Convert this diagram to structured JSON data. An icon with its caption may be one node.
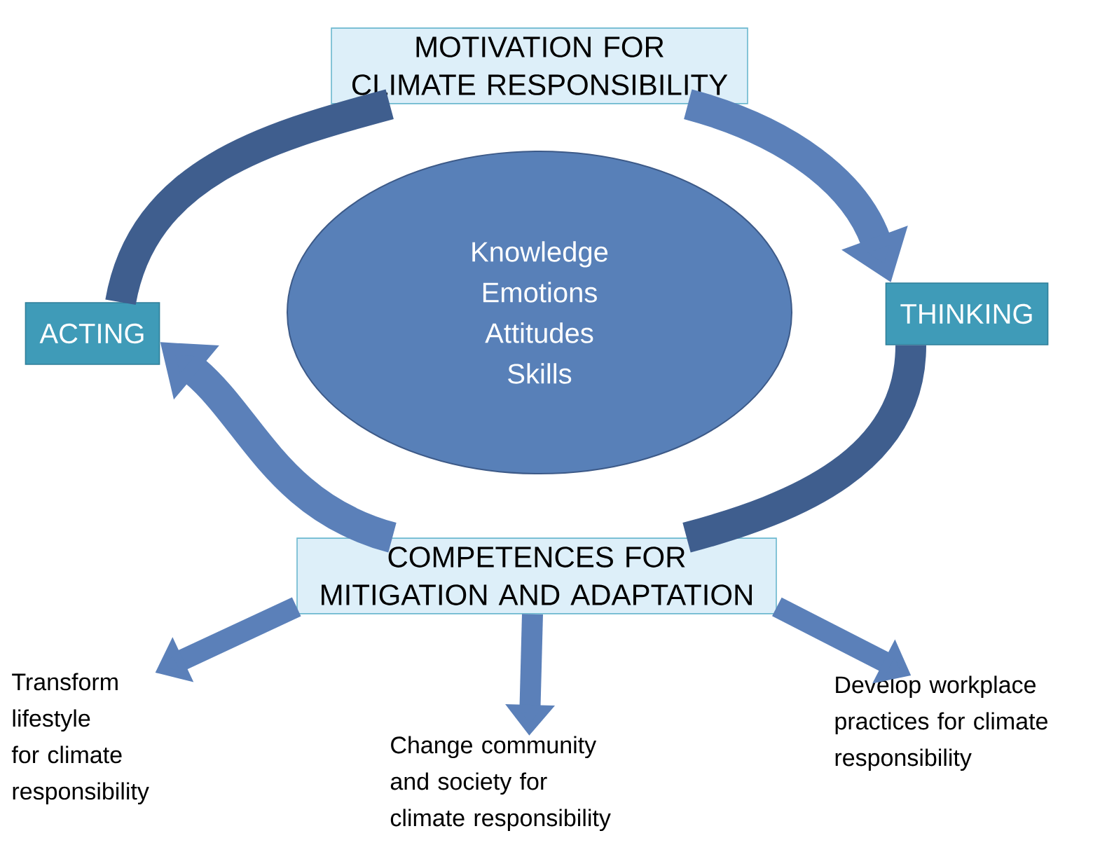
{
  "diagram": {
    "nodes": [
      {
        "text": [
          "MOTIVATION FOR CLIMATE RESPONSIBILITY"
        ]
      },
      {
        "text": [
          "Knowledge",
          "Emotions",
          "Attitudes",
          "Skills"
        ]
      },
      {
        "text": [
          "THINKING"
        ]
      },
      {
        "text": [
          "ACTING"
        ]
      },
      {
        "text": [
          "COMPETENCES FOR MITIGATION AND ADAPTATION"
        ]
      },
      {
        "text": [
          "Transform lifestyle for climate responsibility"
        ]
      },
      {
        "text": [
          "Change community and society for climate responsibility"
        ]
      },
      {
        "text": [
          "Develop workplace practices for climate responsibility"
        ]
      }
    ],
    "edges": [
      {
        "from": 0,
        "to": 2,
        "arrow": "to"
      },
      {
        "from": 2,
        "to": 4,
        "arrow": "none",
        "color": "#3f5e8e"
      },
      {
        "from": 4,
        "to": 3,
        "arrow": "to"
      },
      {
        "from": 3,
        "to": 0,
        "arrow": "none",
        "color": "#3f5e8e"
      },
      {
        "from": 4,
        "to": 5,
        "arrow": "to"
      },
      {
        "from": 4,
        "to": 6,
        "arrow": "to"
      },
      {
        "from": 4,
        "to": 7,
        "arrow": "to"
      }
    ]
  }
}
